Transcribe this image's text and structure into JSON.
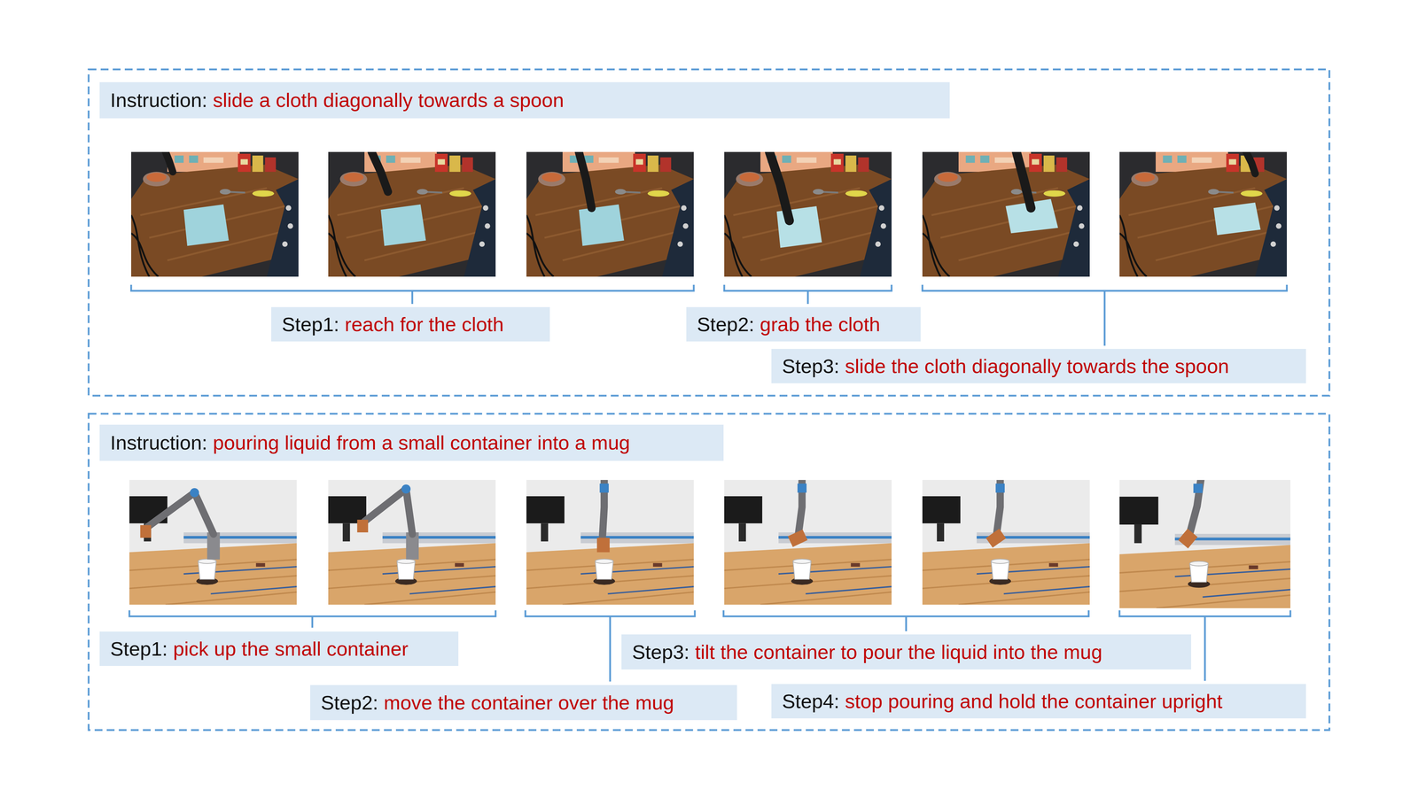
{
  "diagram": {
    "nodes": [
      {
        "text": [
          "Instruction:",
          "slide a cloth diagonally towards a spoon"
        ]
      },
      {
        "text": [
          "Step1:",
          "reach for the cloth"
        ]
      },
      {
        "text": [
          "Step2:",
          "grab the cloth"
        ]
      },
      {
        "text": [
          "Step3:",
          "slide the cloth diagonally towards the spoon"
        ]
      },
      {
        "text": [
          "Instruction:",
          "pouring liquid from a small container into a mug"
        ]
      },
      {
        "text": [
          "Step1:",
          "pick up the small container"
        ]
      },
      {
        "text": [
          "Step2:",
          "move the container over the mug"
        ]
      },
      {
        "text": [
          "Step3:",
          "tilt the container to pour the liquid into the mug"
        ]
      },
      {
        "text": [
          "Step4:",
          "stop pouring and hold the container upright"
        ]
      }
    ]
  }
}
